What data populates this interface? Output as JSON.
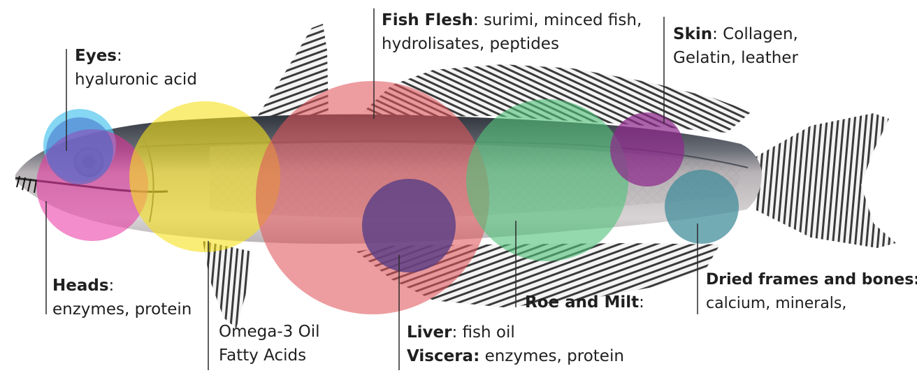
{
  "colors": {
    "cyan": "#56c7ee",
    "blue": "#3a63c8",
    "magenta": "#ea2fa0",
    "yellow": "#f5e11c",
    "red": "#e0575c",
    "purple": "#5a3f86",
    "green": "#52c27b",
    "violet": "#8d2a8c",
    "teal": "#3d8a98",
    "fish_body": "#a9a3a6",
    "fish_back": "#2b3038",
    "fin": "#3a3a3a"
  },
  "labels": {
    "eyes": {
      "title": "Eyes",
      "text": "hyaluronic acid"
    },
    "heads": {
      "title": "Heads",
      "text": "enzymes, protein"
    },
    "omega": {
      "line1": "Omega-3 Oil",
      "line2": "Fatty Acids"
    },
    "flesh": {
      "title": "Fish Flesh",
      "text1": ": surimi, minced fish,",
      "text2": "hydrolisates, peptides"
    },
    "liver": {
      "title": "Liver",
      "text": ": fish oil"
    },
    "viscera": {
      "title": "Viscera:",
      "text": " enzymes, protein"
    },
    "roe": {
      "title": "Roe and Milt",
      "text": ":"
    },
    "skin": {
      "title": "Skin",
      "text1": ": Collagen,",
      "text2": "Gelatin, leather"
    },
    "bones": {
      "title": "Dried frames and bones:",
      "text": "calcium, minerals,"
    }
  }
}
